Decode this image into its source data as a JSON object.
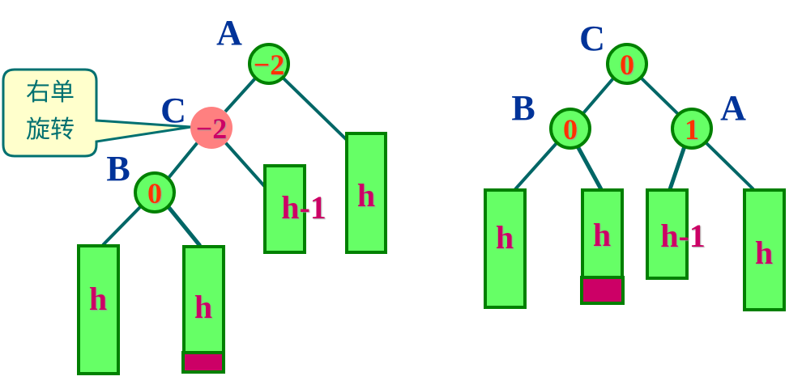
{
  "callout": {
    "line1": "右单",
    "line2": "旋转"
  },
  "colors": {
    "node_fill": "#66ff66",
    "node_stroke": "#008000",
    "highlight_fill": "#ff8080",
    "edge": "#006666",
    "node_label": "#003399",
    "balance_text": "#ff3300",
    "highlight_balance_text": "#cc0066",
    "box_text": "#cc0066",
    "inserted_block": "#cc0066",
    "callout_fill": "#ffffcc",
    "callout_stroke": "#007070"
  },
  "left_tree": {
    "nodes": {
      "A": {
        "name": "A",
        "balance": "−2"
      },
      "C": {
        "name": "C",
        "balance": "−2"
      },
      "B": {
        "name": "B",
        "balance": "0"
      }
    },
    "subtrees": {
      "A_right": {
        "label": "h"
      },
      "C_right": {
        "label": "h-1"
      },
      "B_left": {
        "label": "h"
      },
      "B_right": {
        "label": "h"
      }
    }
  },
  "right_tree": {
    "nodes": {
      "C": {
        "name": "C",
        "balance": "0"
      },
      "B": {
        "name": "B",
        "balance": "0"
      },
      "A": {
        "name": "A",
        "balance": "1"
      }
    },
    "subtrees": {
      "B_left": {
        "label": "h"
      },
      "B_right": {
        "label": "h"
      },
      "A_left": {
        "label": "h-1"
      },
      "A_right": {
        "label": "h"
      }
    }
  }
}
